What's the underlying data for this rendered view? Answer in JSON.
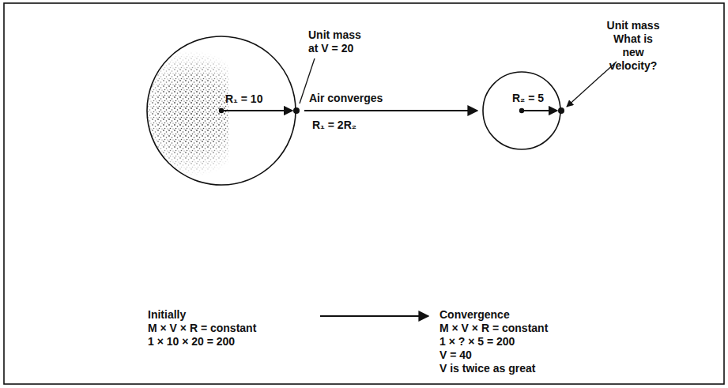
{
  "diagram": {
    "nodes": [
      {
        "text": [
          "R₁ = 10"
        ]
      },
      {
        "text": [
          "R₂ = 5"
        ]
      }
    ],
    "edges": [
      {
        "from": 0,
        "to": 1,
        "arrow": "to",
        "label": "Air converges"
      }
    ],
    "labels": [
      "Unit mass at V = 20",
      "R₁ = 2R₂",
      "Unit mass What is new velocity?",
      "Initially",
      "M × V × R = constant",
      "1 × 10 × 20 = 200",
      "Convergence",
      "M × V × R = constant",
      "1 × ? × 5 = 200",
      "V = 40",
      "V is twice as great"
    ]
  }
}
